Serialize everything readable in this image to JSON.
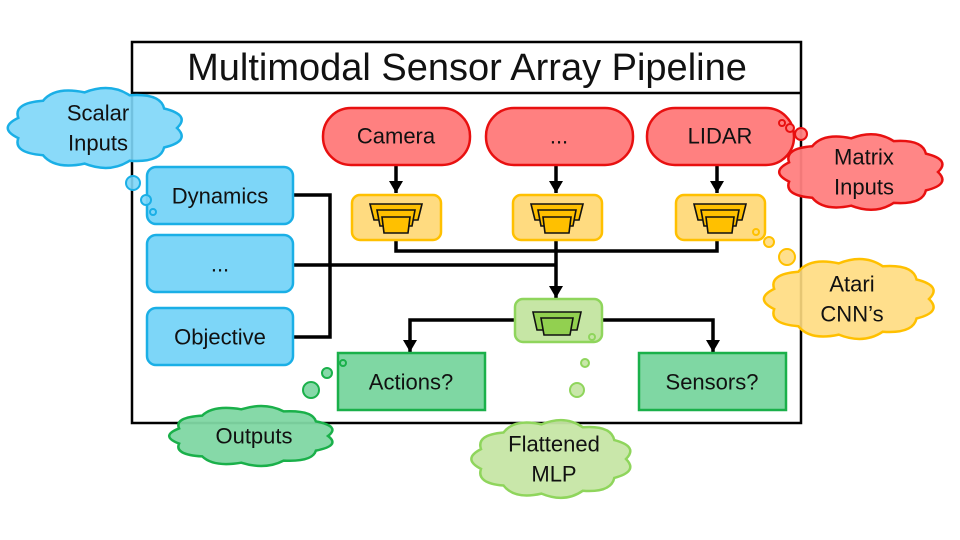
{
  "title": "Multimodal Sensor Array Pipeline",
  "colors": {
    "scalar_fill": "#7DD6F8",
    "scalar_stroke": "#1AAFE6",
    "matrix_fill": "#FF8080",
    "matrix_stroke": "#E81010",
    "cnn_fill": "#FFDB80",
    "cnn_stroke": "#FFC000",
    "cnn_layer": "#FFC000",
    "mlp_fill": "#C6E6A5",
    "mlp_stroke": "#8FD55C",
    "mlp_layer": "#92D050",
    "output_fill": "#7FD7A3",
    "output_stroke": "#1AB04A",
    "frame": "#000000"
  },
  "scalar_inputs": [
    {
      "label": "Dynamics"
    },
    {
      "label": "..."
    },
    {
      "label": "Objective"
    }
  ],
  "matrix_inputs": [
    {
      "label": "Camera"
    },
    {
      "label": "..."
    },
    {
      "label": "LIDAR"
    }
  ],
  "cnn_blocks": [
    {
      "id": "cnn-camera",
      "icon": "stacked-trapezoid-layers"
    },
    {
      "id": "cnn-middle",
      "icon": "stacked-trapezoid-layers"
    },
    {
      "id": "cnn-lidar",
      "icon": "stacked-trapezoid-layers"
    }
  ],
  "mlp_block": {
    "icon": "stacked-trapezoid-layers"
  },
  "outputs": [
    {
      "label": "Actions?"
    },
    {
      "label": "Sensors?"
    }
  ],
  "callouts": {
    "scalar": {
      "lines": [
        "Scalar",
        "Inputs"
      ]
    },
    "matrix": {
      "lines": [
        "Matrix",
        "Inputs"
      ]
    },
    "cnn": {
      "lines": [
        "Atari",
        "CNN’s"
      ]
    },
    "mlp": {
      "lines": [
        "Flattened",
        "MLP"
      ]
    },
    "outputs": {
      "lines": [
        "Outputs"
      ]
    }
  }
}
